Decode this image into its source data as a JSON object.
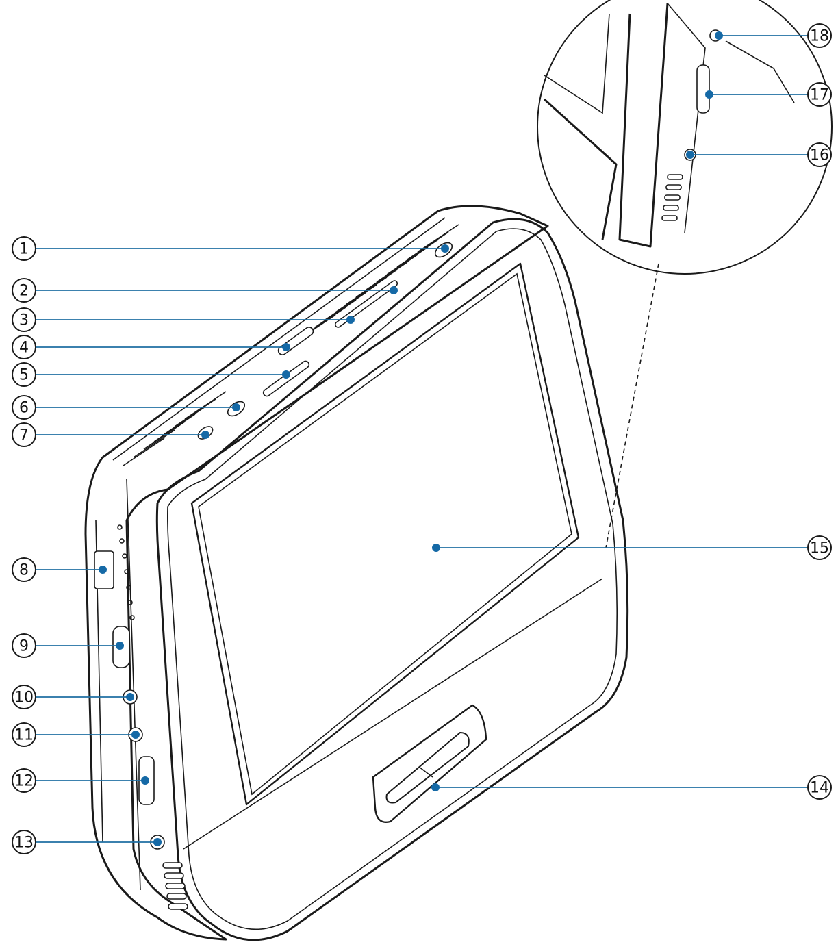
{
  "callouts": [
    {
      "id": "1",
      "label": "1"
    },
    {
      "id": "2",
      "label": "2"
    },
    {
      "id": "3",
      "label": "3"
    },
    {
      "id": "4",
      "label": "4"
    },
    {
      "id": "5",
      "label": "5"
    },
    {
      "id": "6",
      "label": "6"
    },
    {
      "id": "7",
      "label": "7"
    },
    {
      "id": "8",
      "label": "8"
    },
    {
      "id": "9",
      "label": "9"
    },
    {
      "id": "10",
      "label": "10"
    },
    {
      "id": "11",
      "label": "11"
    },
    {
      "id": "12",
      "label": "12"
    },
    {
      "id": "13",
      "label": "13"
    },
    {
      "id": "14",
      "label": "14"
    },
    {
      "id": "15",
      "label": "15"
    },
    {
      "id": "16",
      "label": "16"
    },
    {
      "id": "17",
      "label": "17"
    },
    {
      "id": "18",
      "label": "18"
    }
  ],
  "colors": {
    "line": "#1f6fa3",
    "dot": "#1569a6",
    "outline": "#1a1a1a",
    "background": "#ffffff"
  }
}
